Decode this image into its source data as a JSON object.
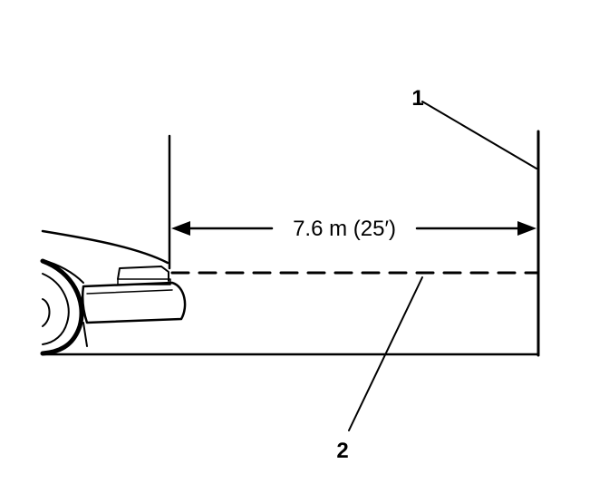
{
  "diagram": {
    "distance_label": "7.6 m (25′)",
    "callout_1": "1",
    "callout_2": "2"
  },
  "colors": {
    "ink": "#000000",
    "background": "#ffffff"
  }
}
